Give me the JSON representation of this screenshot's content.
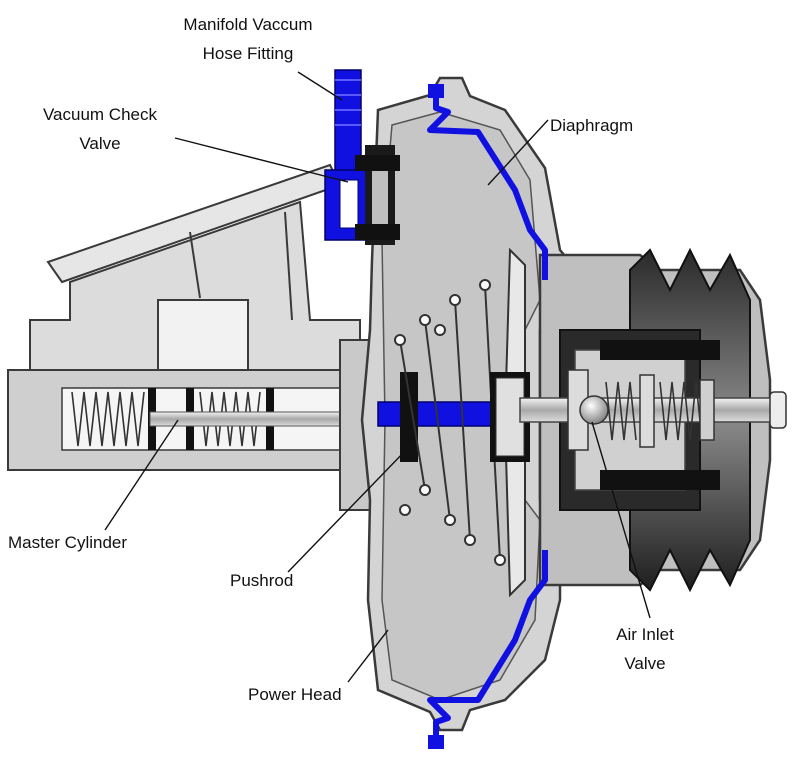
{
  "labels": {
    "manifold_line1": "Manifold Vaccum",
    "manifold_line2": "Hose Fitting",
    "check_valve_line1": "Vacuum Check",
    "check_valve_line2": "Valve",
    "diaphragm": "Diaphragm",
    "master_cylinder": "Master Cylinder",
    "pushrod": "Pushrod",
    "power_head": "Power Head",
    "air_inlet_line1": "Air Inlet",
    "air_inlet_line2": "Valve"
  },
  "colors": {
    "vacuum_parts": "#1010e0",
    "housing": "#d6d6d6",
    "outline": "#3a3a3a",
    "dark_parts": "#222222"
  }
}
